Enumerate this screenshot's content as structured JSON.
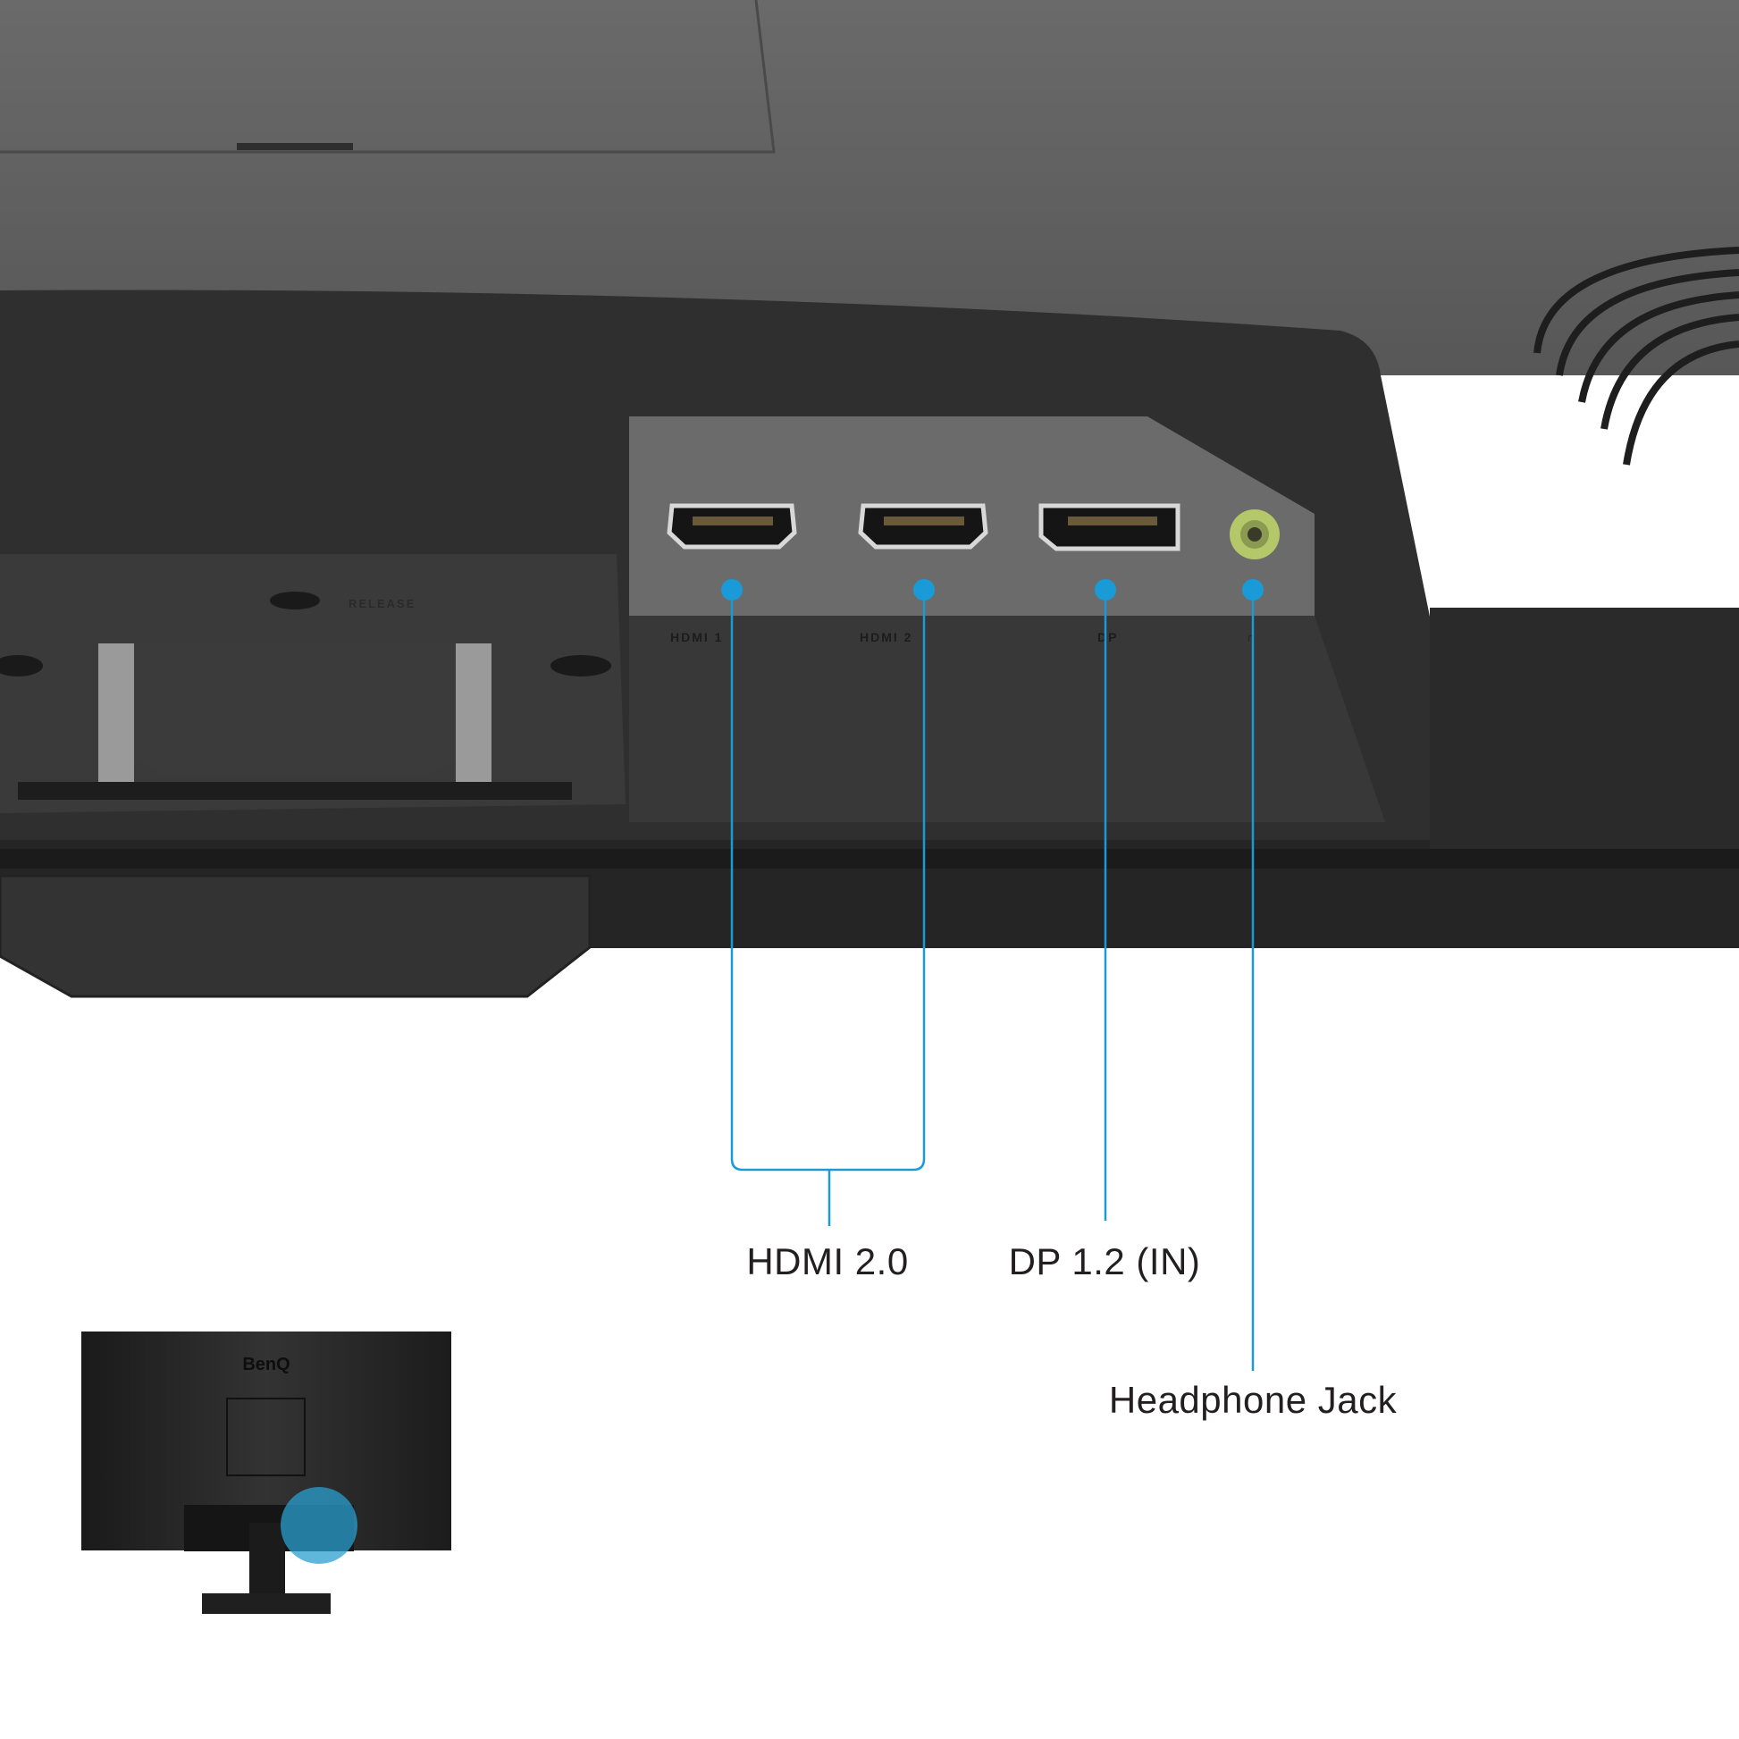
{
  "callouts": {
    "hdmi": "HDMI 2.0",
    "dp": "DP 1.2 (IN)",
    "headphone": "Headphone Jack"
  },
  "port_labels": {
    "hdmi1": "HDMI 1",
    "hdmi2": "HDMI 2",
    "dp": "DP",
    "headphone": "∩"
  },
  "release_label": "RELEASE",
  "thumbnail": {
    "brand_logo": "BenQ"
  },
  "colors": {
    "callout_line": "#1a9ad6",
    "highlight": "#2a9fd0",
    "monitor_body": "#2b2b2b",
    "jack_ring": "#b4c86a"
  }
}
